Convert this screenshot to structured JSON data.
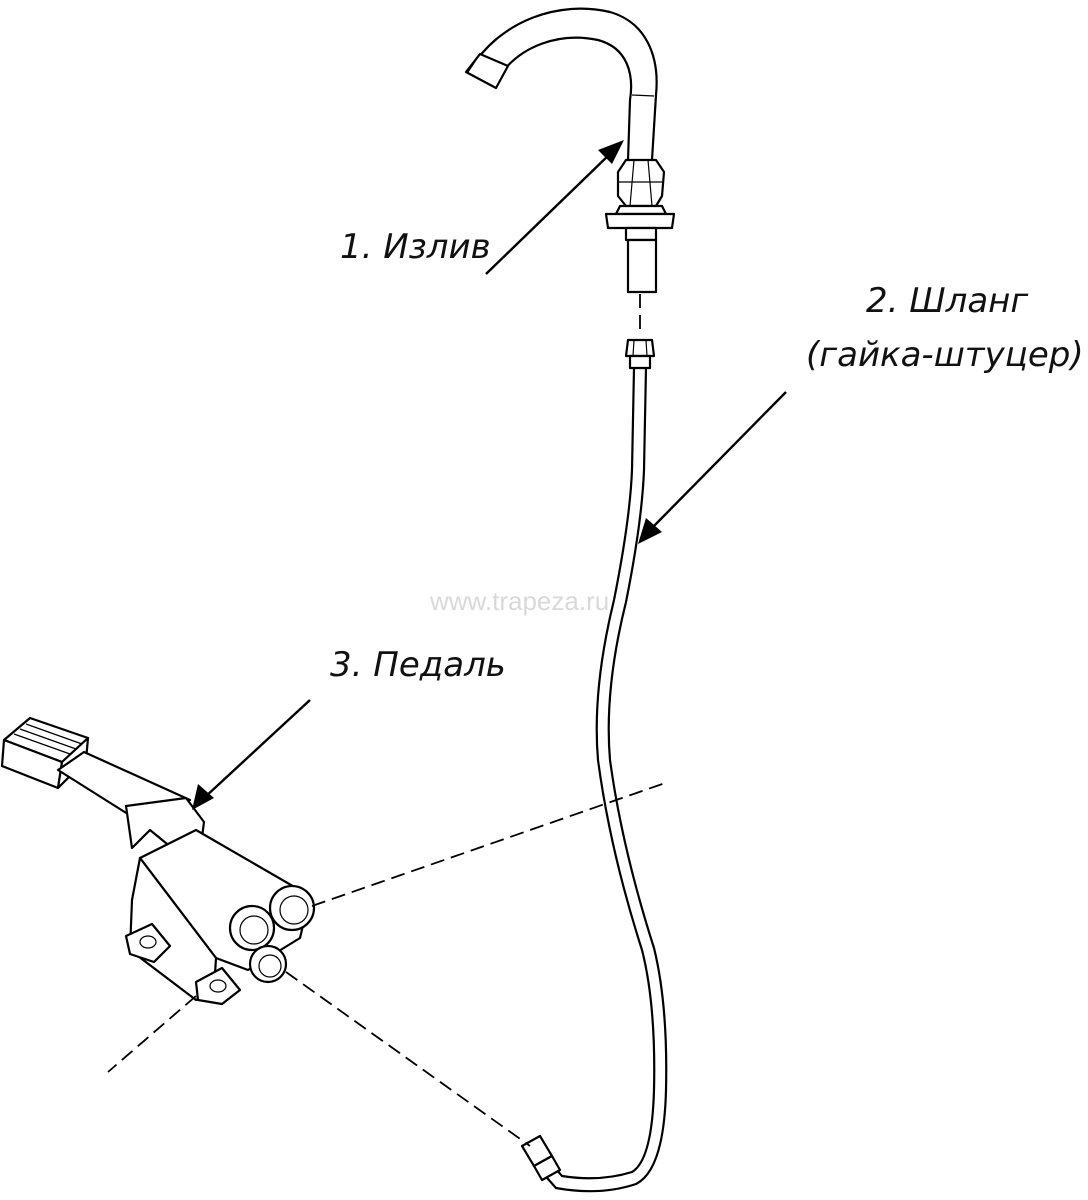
{
  "labels": {
    "spout": "1. Излив",
    "hose_line1": "2. Шланг",
    "hose_line2": "(гайка-штуцер)",
    "pedal": "3. Педаль"
  },
  "watermark": "www.trapeza.ru",
  "colors": {
    "line": "#000000",
    "background": "#ffffff",
    "watermark": "#d9d9d9"
  }
}
